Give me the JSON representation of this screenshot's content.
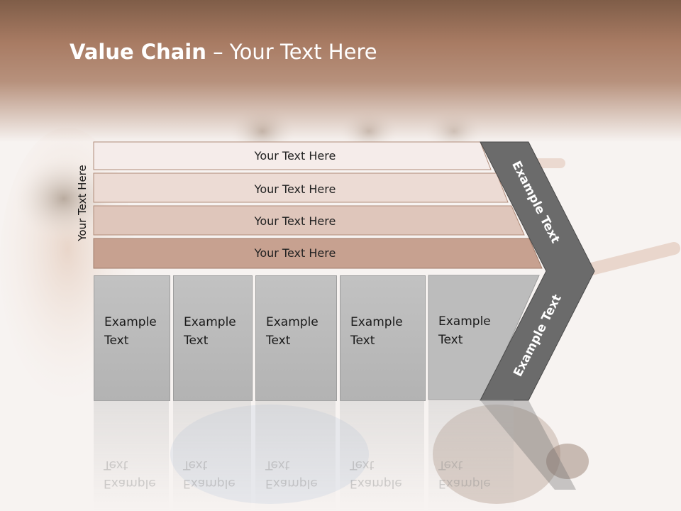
{
  "slide": {
    "title_bold": "Value Chain",
    "title_rest": " – Your Text Here",
    "vertical_label": "Your Text Here"
  },
  "bars": [
    {
      "label": "Your Text Here",
      "color": "#f5ecea"
    },
    {
      "label": "Your Text Here",
      "color": "#ecdbd4"
    },
    {
      "label": "Your Text Here",
      "color": "#dfc6bb"
    },
    {
      "label": "Your Text Here",
      "color": "#c7a190"
    }
  ],
  "boxes": [
    {
      "line1": "Example",
      "line2": "Text"
    },
    {
      "line1": "Example",
      "line2": "Text"
    },
    {
      "line1": "Example",
      "line2": "Text"
    },
    {
      "line1": "Example",
      "line2": "Text"
    },
    {
      "line1": "Example",
      "line2": "Text"
    }
  ],
  "chevron": {
    "upper_label": "Example Text",
    "lower_label": "Example Text",
    "color": "#6b6b6b"
  },
  "colors": {
    "header": "#a87b63",
    "box_fill": "#bdbdbd",
    "box_border": "#9e9e9e"
  }
}
